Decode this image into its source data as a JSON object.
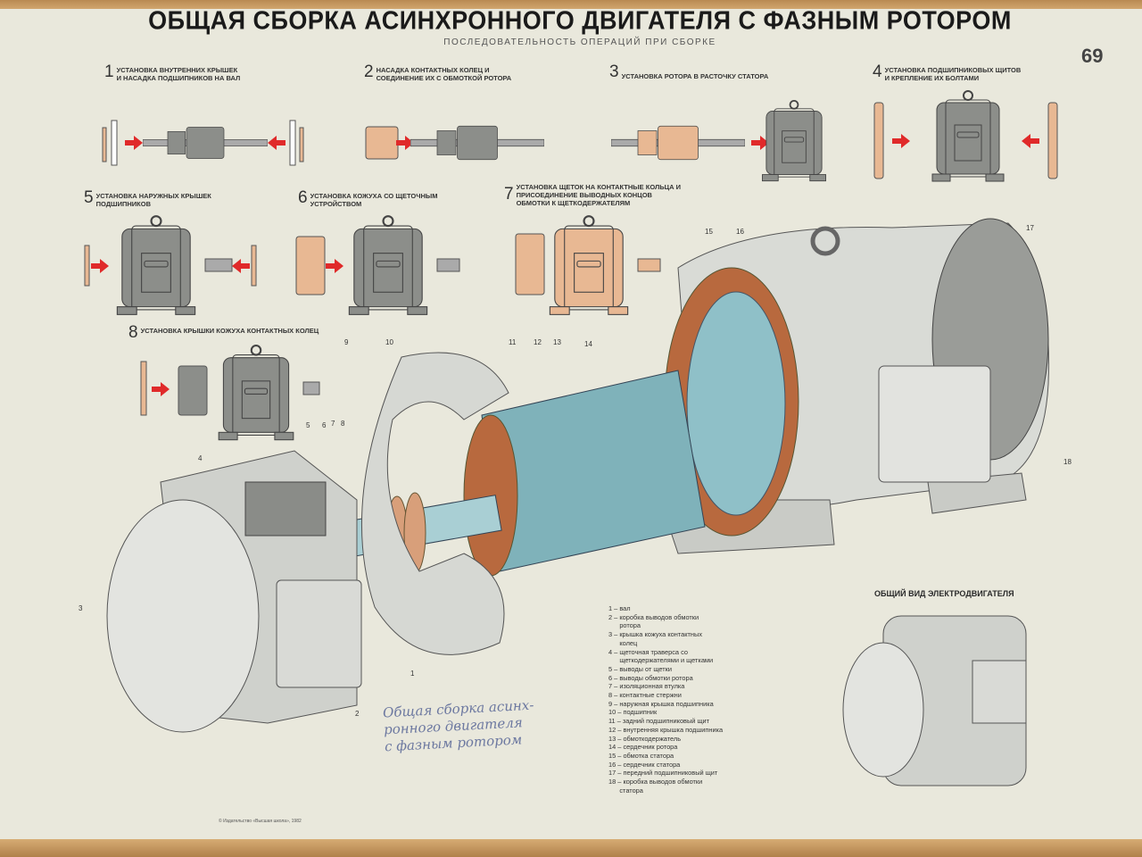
{
  "poster": {
    "title": "ОБЩАЯ СБОРКА АСИНХРОННОГО ДВИГАТЕЛЯ С ФАЗНЫМ РОТОРОМ",
    "subtitle": "ПОСЛЕДОВАТЕЛЬНОСТЬ ОПЕРАЦИЙ ПРИ СБОРКЕ",
    "number": "69"
  },
  "steps": [
    {
      "n": "1",
      "label": "Установка внутренних крышек\nи насадка подшипников на вал"
    },
    {
      "n": "2",
      "label": "Насадка контактных колец и\nсоединение их с обмоткой ротора"
    },
    {
      "n": "3",
      "label": "Установка ротора в расточку статора"
    },
    {
      "n": "4",
      "label": "Установка подшипниковых щитов\nи крепление их болтами"
    },
    {
      "n": "5",
      "label": "Установка наружных крышек\nподшипников"
    },
    {
      "n": "6",
      "label": "Установка кожуха со щеточным\nустройством"
    },
    {
      "n": "7",
      "label": "Установка щеток на контактные кольца и\nприсоединение выводных концов\nобмотки к щеткодержателям"
    },
    {
      "n": "8",
      "label": "Установка крышки кожуха контактных колец"
    }
  ],
  "callouts": [
    "1",
    "2",
    "3",
    "4",
    "5",
    "6",
    "7",
    "8",
    "9",
    "10",
    "11",
    "12",
    "13",
    "14",
    "15",
    "16",
    "17",
    "18"
  ],
  "legend": [
    "1 – вал",
    "2 – коробка выводов обмотки\n      ротора",
    "3 – крышка кожуха контактных\n      колец",
    "4 – щеточная траверса со\n      щеткодержателями и щетками",
    "5 – выводы от щетки",
    "6 – выводы обмотки ротора",
    "7 – изоляционная втулка",
    "8 – контактные стержни",
    "9 – наружная крышка подшипника",
    "10 – подшипник",
    "11 – задний подшипниковый щит",
    "12 – внутренняя крышка подшипника",
    "13 – обмоткодержатель",
    "14 – сердечник ротора",
    "15 – обмотка статора",
    "16 – сердечник статора",
    "17 – передний подшипниковый щит",
    "18 – коробка выводов обмотки\n      статора"
  ],
  "overview_title": "ОБЩИЙ ВИД ЭЛЕКТРОДВИГАТЕЛЯ",
  "handwriting": "Общая сборка асинх-\nронного двигателя\nс фазным ротором",
  "footer": {
    "publisher": "© Издательство «Высшая школа», 1982"
  },
  "colors": {
    "grey": "#8c8e8a",
    "peach": "#e8b893",
    "arrow": "#e02a2a",
    "copper": "#b8693e",
    "steel": "#8fc0c8"
  }
}
